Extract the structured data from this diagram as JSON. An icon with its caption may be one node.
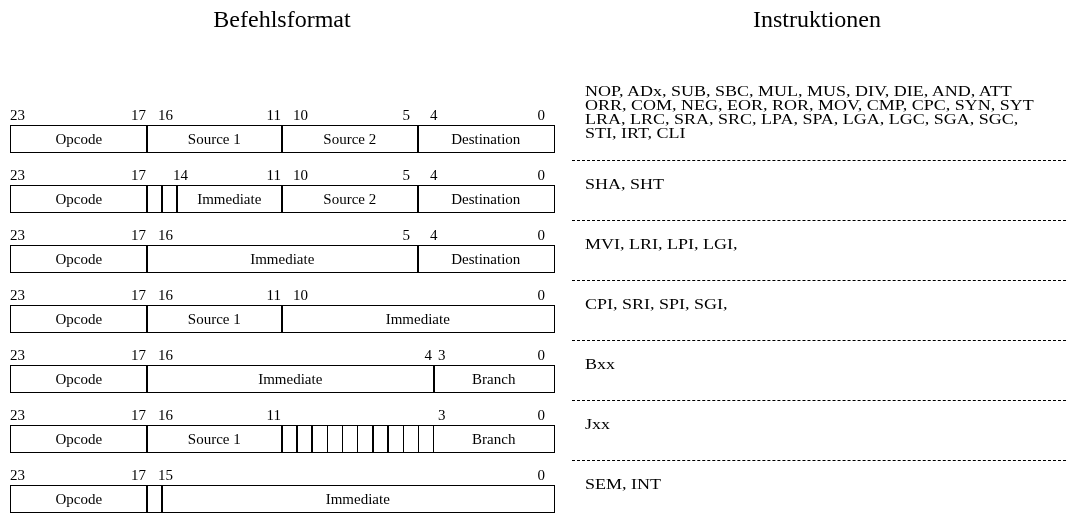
{
  "diagram": {
    "nodes": [
      {
        "text": [
          "Opcode"
        ]
      },
      {
        "text": [
          "Source 1"
        ]
      },
      {
        "text": [
          "Source 2"
        ]
      },
      {
        "text": [
          "Destination"
        ]
      },
      {
        "text": [
          "Opcode"
        ]
      },
      {
        "text": [],
        "shape": "box"
      },
      {
        "text": [],
        "shape": "box"
      },
      {
        "text": [
          "Immediate"
        ]
      },
      {
        "text": [
          "Source 2"
        ]
      },
      {
        "text": [
          "Destination"
        ]
      },
      {
        "text": [
          "Opcode"
        ]
      },
      {
        "text": [
          "Immediate"
        ]
      },
      {
        "text": [
          "Destination"
        ]
      },
      {
        "text": [
          "Opcode"
        ]
      },
      {
        "text": [
          "Source 1"
        ]
      },
      {
        "text": [
          "Immediate"
        ]
      },
      {
        "text": [
          "Opcode"
        ]
      },
      {
        "text": [
          "Immediate"
        ]
      },
      {
        "text": [
          "Branch"
        ]
      },
      {
        "text": [
          "Opcode"
        ]
      },
      {
        "text": [
          "Source 1"
        ]
      },
      {
        "text": [],
        "shape": "box"
      },
      {
        "text": [],
        "shape": "box"
      },
      {
        "text": [],
        "shape": "box"
      },
      {
        "text": [],
        "shape": "box"
      },
      {
        "text": [],
        "shape": "box"
      },
      {
        "text": [],
        "shape": "box"
      },
      {
        "text": [],
        "shape": "box"
      },
      {
        "text": [],
        "shape": "box"
      },
      {
        "text": [],
        "shape": "box"
      },
      {
        "text": [],
        "shape": "box"
      },
      {
        "text": [
          "Branch"
        ]
      },
      {
        "text": [
          "Opcode"
        ]
      },
      {
        "text": [],
        "shape": "box"
      },
      {
        "text": [
          "Immediate"
        ]
      }
    ],
    "edges": [],
    "labels": [
      "Befehlsformat",
      "Instruktionen",
      "23",
      "17",
      "16",
      "11",
      "10",
      "5",
      "4",
      "0",
      "NOP, ADx, SUB, SBC, MUL, MUS, DIV, DIE, AND, ATT ORR, COM, NEG, EOR, ROR, MOV, CMP, CPC, SYN, SYT LRA, LRC, SRA, SRC, LPA, SPA, LGA, LGC, SGA, SGC, STI, IRT, CLI",
      "23",
      "17",
      "14",
      "11",
      "10",
      "5",
      "4",
      "0",
      "SHA, SHT",
      "23",
      "17",
      "16",
      "5",
      "4",
      "0",
      "MVI, LRI, LPI, LGI,",
      "23",
      "17",
      "16",
      "11",
      "10",
      "0",
      "CPI, SRI, SPI, SGI,",
      "23",
      "17",
      "16",
      "4",
      "3",
      "0",
      "Bxx",
      "23",
      "17",
      "16",
      "11",
      "3",
      "0",
      "Jxx",
      "23",
      "17",
      "15",
      "0",
      "SEM, INT"
    ]
  }
}
